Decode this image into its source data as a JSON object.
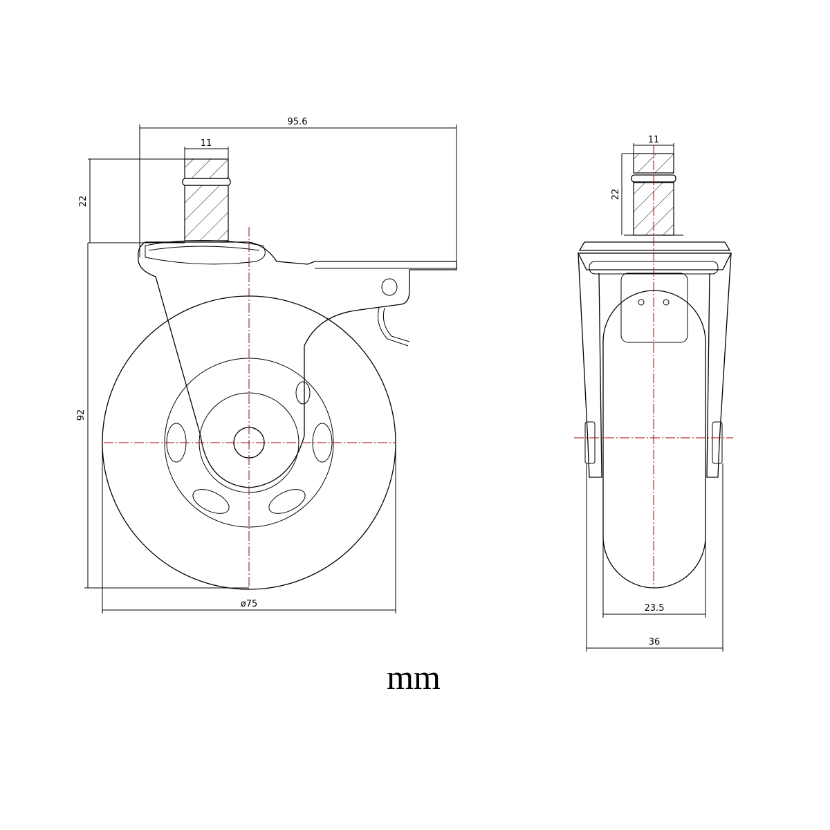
{
  "side_view": {
    "dim_total_width": "95.6",
    "dim_stem_width": "11",
    "dim_stem_height": "22",
    "dim_total_height": "92",
    "dim_wheel_diameter": "ø75"
  },
  "front_view": {
    "dim_stem_width": "11",
    "dim_stem_height": "22",
    "dim_wheel_width": "23.5",
    "dim_overall_width": "36"
  },
  "unit_label": "mm",
  "colors": {
    "line": "#000000",
    "centerline": "#b00000"
  }
}
